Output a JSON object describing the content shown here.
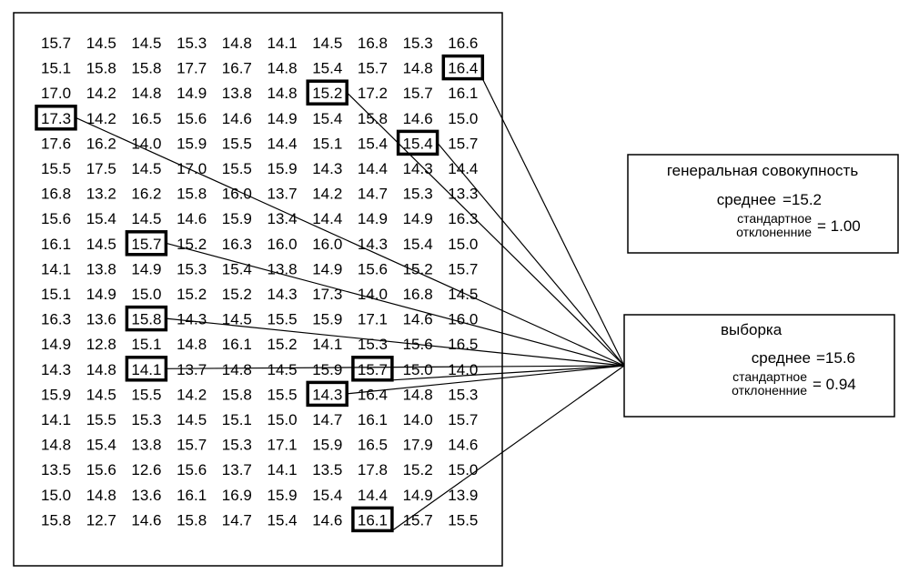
{
  "grid": {
    "rows": [
      [
        "15.7",
        "14.5",
        "14.5",
        "15.3",
        "14.8",
        "14.1",
        "14.5",
        "16.8",
        "15.3",
        "16.6"
      ],
      [
        "15.1",
        "15.8",
        "15.8",
        "17.7",
        "16.7",
        "14.8",
        "15.4",
        "15.7",
        "14.8",
        "16.4"
      ],
      [
        "17.0",
        "14.2",
        "14.8",
        "14.9",
        "13.8",
        "14.8",
        "15.2",
        "17.2",
        "15.7",
        "16.1"
      ],
      [
        "17.3",
        "14.2",
        "16.5",
        "15.6",
        "14.6",
        "14.9",
        "15.4",
        "15.8",
        "14.6",
        "15.0"
      ],
      [
        "17.6",
        "16.2",
        "14.0",
        "15.9",
        "15.5",
        "14.4",
        "15.1",
        "15.4",
        "15.4",
        "15.7"
      ],
      [
        "15.5",
        "17.5",
        "14.5",
        "17.0",
        "15.5",
        "15.9",
        "14.3",
        "14.4",
        "14.3",
        "14.4"
      ],
      [
        "16.8",
        "13.2",
        "16.2",
        "15.8",
        "16.0",
        "13.7",
        "14.2",
        "14.7",
        "15.3",
        "13.3"
      ],
      [
        "15.6",
        "15.4",
        "14.5",
        "14.6",
        "15.9",
        "13.4",
        "14.4",
        "14.9",
        "14.9",
        "16.3"
      ],
      [
        "16.1",
        "14.5",
        "15.7",
        "15.2",
        "16.3",
        "16.0",
        "16.0",
        "14.3",
        "15.4",
        "15.0"
      ],
      [
        "14.1",
        "13.8",
        "14.9",
        "15.3",
        "15.4",
        "13.8",
        "14.9",
        "15.6",
        "15.2",
        "15.7"
      ],
      [
        "15.1",
        "14.9",
        "15.0",
        "15.2",
        "15.2",
        "14.3",
        "17.3",
        "14.0",
        "16.8",
        "14.5"
      ],
      [
        "16.3",
        "13.6",
        "15.8",
        "14.3",
        "14.5",
        "15.5",
        "15.9",
        "17.1",
        "14.6",
        "16.0"
      ],
      [
        "14.9",
        "12.8",
        "15.1",
        "14.8",
        "16.1",
        "15.2",
        "14.1",
        "15.3",
        "15.6",
        "16.5"
      ],
      [
        "14.3",
        "14.8",
        "14.1",
        "13.7",
        "14.8",
        "14.5",
        "15.9",
        "15.7",
        "15.0",
        "14.0"
      ],
      [
        "15.9",
        "14.5",
        "15.5",
        "14.2",
        "15.8",
        "15.5",
        "14.3",
        "16.4",
        "14.8",
        "15.3"
      ],
      [
        "14.1",
        "15.5",
        "15.3",
        "14.5",
        "15.1",
        "15.0",
        "14.7",
        "16.1",
        "14.0",
        "15.7"
      ],
      [
        "14.8",
        "15.4",
        "13.8",
        "15.7",
        "15.3",
        "17.1",
        "15.9",
        "16.5",
        "17.9",
        "14.6"
      ],
      [
        "13.5",
        "15.6",
        "12.6",
        "15.6",
        "13.7",
        "14.1",
        "13.5",
        "17.8",
        "15.2",
        "15.0"
      ],
      [
        "15.0",
        "14.8",
        "13.6",
        "16.1",
        "16.9",
        "15.9",
        "15.4",
        "14.4",
        "14.9",
        "13.9"
      ],
      [
        "15.8",
        "12.7",
        "14.6",
        "15.8",
        "14.7",
        "15.4",
        "14.6",
        "16.1",
        "15.7",
        "15.5"
      ]
    ],
    "sampled": [
      [
        1,
        9
      ],
      [
        2,
        6
      ],
      [
        3,
        0
      ],
      [
        4,
        8
      ],
      [
        8,
        2
      ],
      [
        11,
        2
      ],
      [
        13,
        2
      ],
      [
        13,
        7
      ],
      [
        14,
        6
      ],
      [
        19,
        7
      ]
    ]
  },
  "population": {
    "title": "генеральная совокупность",
    "mean_label": "среднее",
    "mean_value": "=15.2",
    "sd_label_line1": "стандартное",
    "sd_label_line2": "отклоненние",
    "sd_value": "= 1.00"
  },
  "sample": {
    "title": "выборка",
    "mean_label": "среднее",
    "mean_value": "=15.6",
    "sd_label_line1": "стандартное",
    "sd_label_line2": "отклоненние",
    "sd_value": "= 0.94"
  }
}
